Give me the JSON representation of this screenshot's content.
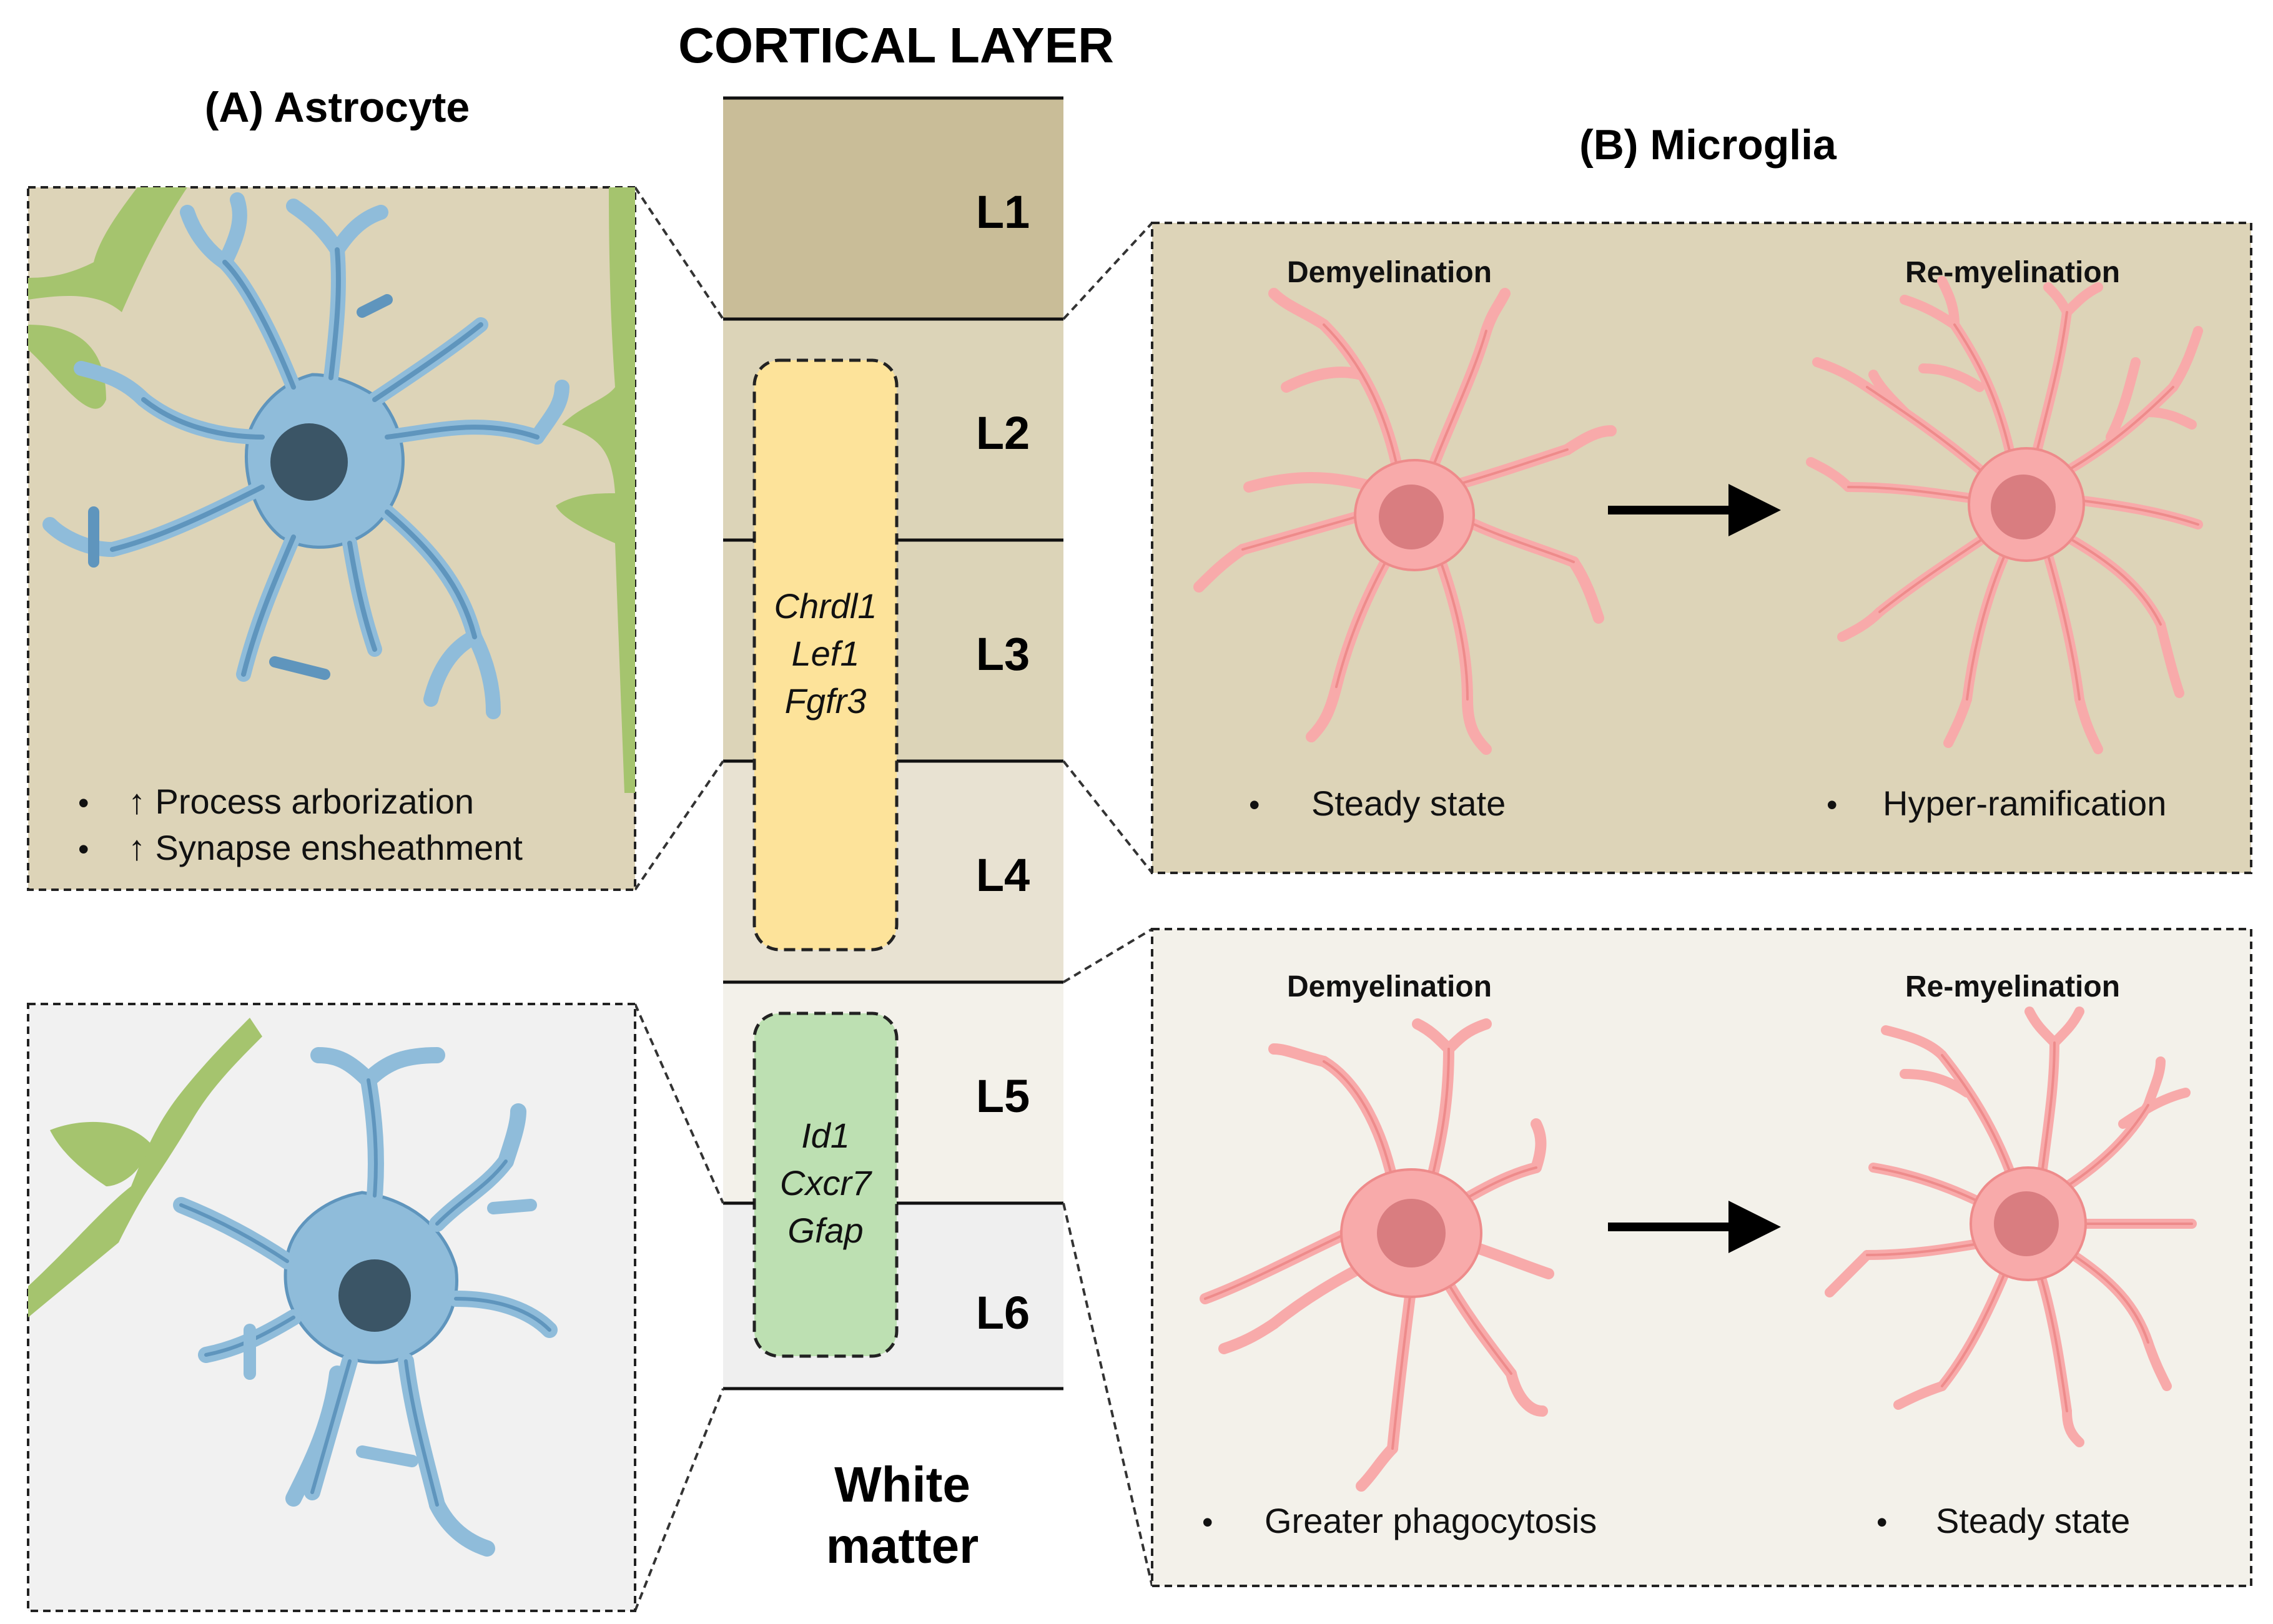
{
  "header": {
    "cortical_layer": "CORTICAL LAYER",
    "panel_a_title": "(A) Astrocyte",
    "panel_b_title": "(B) Microglia"
  },
  "layers": [
    "L1",
    "L2",
    "L3",
    "L4",
    "L5",
    "L6"
  ],
  "white_matter": {
    "line1": "White",
    "line2": "matter"
  },
  "gene_boxes": {
    "upper": [
      "Chrdl1",
      "Lef1",
      "Fgfr3"
    ],
    "lower": [
      "Id1",
      "Cxcr7",
      "Gfap"
    ]
  },
  "astrocyte_upper": {
    "bullets": [
      "↑ Process arborization",
      "↑ Synapse ensheathment"
    ]
  },
  "microglia_upper": {
    "left_title": "Demyelination",
    "right_title": "Re-myelination",
    "left_bullet": "Steady state",
    "right_bullet": "Hyper-ramification"
  },
  "microglia_lower": {
    "left_title": "Demyelination",
    "right_title": "Re-myelination",
    "left_bullet": "Greater phagocytosis",
    "right_bullet": "Steady state"
  },
  "bullet_char": "•",
  "colors": {
    "layer_l1": "#c9bd98",
    "layer_l2_l3": "#dcd4b8",
    "layer_l4": "#e8e2d2",
    "layer_l5": "#f3f1ea",
    "layer_l6": "#efefef",
    "astro_upper_bg": "#ddd4b8",
    "astro_lower_bg": "#f1f1f1",
    "micro_upper_bg": "#ddd4b8",
    "micro_lower_bg": "#f3f1ea",
    "gene_upper": "#fde39a",
    "gene_lower": "#bde0b2",
    "astrocyte": "#8fbcda",
    "astrocyte_outline": "#5f95bd",
    "astro_nucleus": "#3b5566",
    "neuron": "#a5c46e",
    "microglia": "#f8aaaa",
    "microglia_outline": "#ee8b8b",
    "micro_nucleus": "#d97d80"
  }
}
